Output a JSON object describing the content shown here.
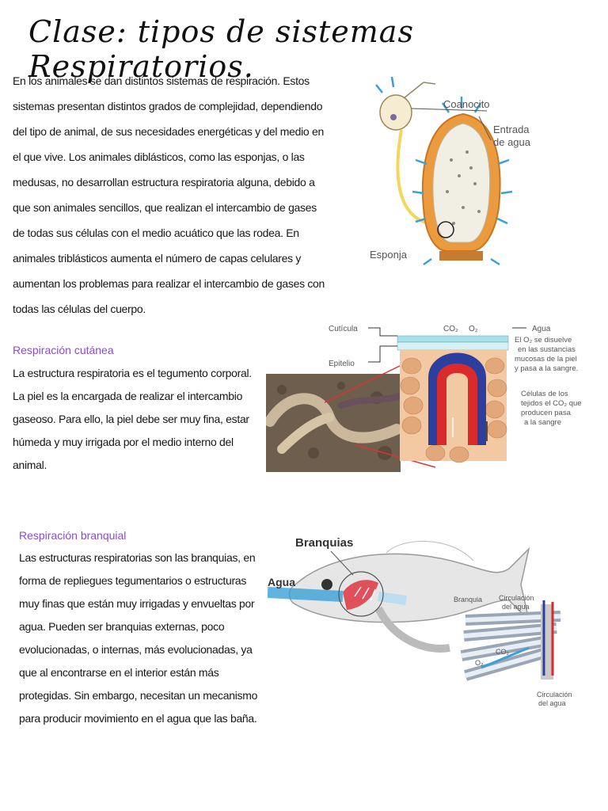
{
  "title": "Clase: tipos de sistemas Respiratorios.",
  "intro": "En los animales se dan distintos sistemas de respiración. Estos sistemas presentan distintos grados de complejidad, dependiendo del tipo de animal, de sus necesidades energéticas y del medio en el que vive. Los animales diblásticos, como las esponjas, o las medusas, no desarrollan estructura respiratoria alguna, debido a que son animales sencillos, que realizan el intercambio de gases de todas sus células con el medio acuático que las rodea. En animales triblásticos aumenta el número de capas celulares y aumentan los problemas para realizar el intercambio de gases con todas las células del cuerpo.",
  "sections": {
    "cutanea": {
      "heading": "Respiración cutánea",
      "body": "La estructura respiratoria es el tegumento corporal. La piel es la encargada de realizar el intercambio gaseoso. Para ello, la piel debe ser muy fina, estar húmeda y muy irrigada por el medio interno del animal."
    },
    "branquial": {
      "heading": "Respiración branquial",
      "body": "Las estructuras respiratorias son las branquias, en forma de repliegues tegumentarios o estructuras muy finas que están muy irrigadas y envueltas por agua. Pueden ser branquias externas, poco evolucionadas, o internas, más evolucionadas, ya que al encontrarse en el interior están más protegidas. Sin embargo, necesitan un mecanismo para producir movimiento en el agua que las baña."
    }
  },
  "figures": {
    "sponge": {
      "coanocito": "Coanocito",
      "entrada1": "Entrada",
      "entrada2": "de agua",
      "esponja": "Esponja"
    },
    "skin": {
      "cuticula": "Cutícula",
      "epitelio": "Epitelio",
      "co2": "CO₂",
      "o2": "O₂",
      "agua": "Agua",
      "note1": [
        "El O₂ se disuelve",
        "en las sustancias",
        "mucosas de la piel",
        "y pasa a la sangre."
      ],
      "note2": [
        "Células de los",
        "tejidos el CO₂ que",
        "producen pasa",
        "a la sangre"
      ]
    },
    "fish": {
      "branquias": "Branquias",
      "agua": "Agua",
      "branquia": "Branquia",
      "circ_agua_top": [
        "Circulación",
        "del agua"
      ],
      "o2": "O₂",
      "co2": "CO₂",
      "circ_agua_bottom": [
        "Circulación",
        "del agua"
      ]
    }
  },
  "colors": {
    "heading": "#8a4bd6",
    "sponge_orange": "#e9963c",
    "arrow_blue": "#3aa0d8",
    "blood_red": "#d92b2b",
    "blood_blue": "#2d3f9e"
  }
}
